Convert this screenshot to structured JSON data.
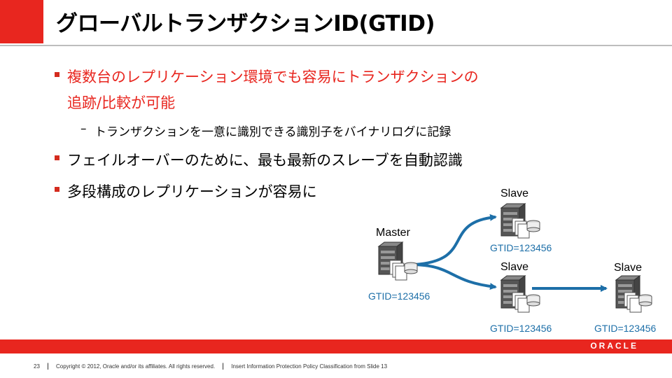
{
  "title": "グローバルトランザクションID(GTID)",
  "bullets": [
    {
      "line1": "複数台のレプリケーション環境でも容易にトランザクションの",
      "line2": "追跡/比較が可能"
    },
    {
      "text": "フェイルオーバーのために、最も最新のスレーブを自動認識"
    },
    {
      "text": "多段構成のレプリケーションが容易に"
    }
  ],
  "sub_bullet": {
    "dash": "–",
    "text": "トランザクションを一意に識別できる識別子をバイナリログに記録"
  },
  "diagram": {
    "master_label": "Master",
    "slave_label": "Slave",
    "gtid_value": "GTID=123456"
  },
  "footer": {
    "page_number": "23",
    "copyright": "Copyright © 2012, Oracle and/or its affiliates. All rights reserved.",
    "classification": "Insert Information Protection Policy Classification from Slide 13",
    "logo": "ORACLE"
  },
  "colors": {
    "accent_red": "#e8261f",
    "arrow_blue": "#1d6fa8",
    "gtid_blue": "#1d6fa8"
  }
}
